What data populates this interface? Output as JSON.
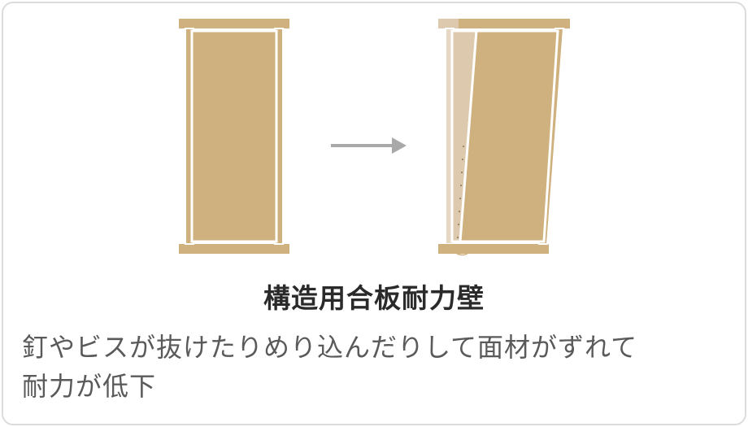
{
  "title": "構造用合板耐力壁",
  "description": {
    "line1": "釘やビスが抜けたりめり込んだりして面材がずれて",
    "line2": "耐力が低下"
  },
  "colors": {
    "panel": "#cfb17f",
    "panel_ghost": "#dcc9ae",
    "panel_ghost_light": "#e6d8c4",
    "outline": "#ffffff",
    "arrow": "#a9a9a9",
    "border": "#dcdcdc",
    "title_text": "#2a2a2a",
    "body_text": "#5a5a5a"
  }
}
